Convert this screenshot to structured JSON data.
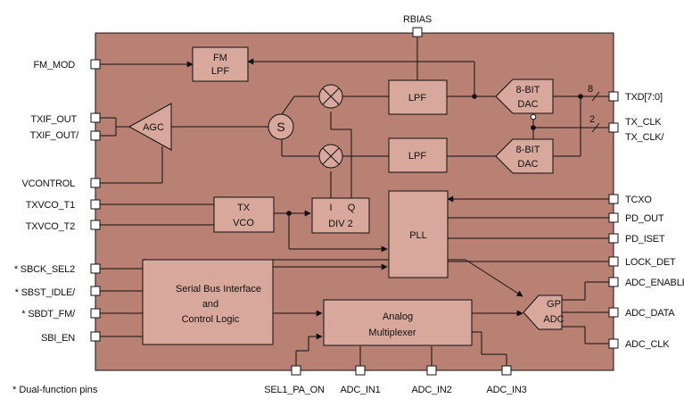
{
  "colors": {
    "chip_fill": "#b98074",
    "block_fill": "#d8a89c",
    "line": "#111111",
    "pin_fill": "#ffffff"
  },
  "pins": {
    "rbias": "RBIAS",
    "fm_mod": "FM_MOD",
    "txif_out": "TXIF_OUT",
    "txif_out_n": "TXIF_OUT/",
    "vcontrol": "VCONTROL",
    "txvco_t1": "TXVCO_T1",
    "txvco_t2": "TXVCO_T2",
    "sbck_sel2": "* SBCK_SEL2",
    "sbst_idle": "* SBST_IDLE/",
    "sbdt_fm": "* SBDT_FM/",
    "sbi_en": "SBI_EN",
    "txd": "TXD[7:0]",
    "tx_clk": "TX_CLK",
    "tx_clk_n": "TX_CLK/",
    "tcxo": "TCXO",
    "pd_out": "PD_OUT",
    "pd_iset": "PD_ISET",
    "lock_det": "LOCK_DET",
    "adc_enable": "ADC_ENABLE",
    "adc_data": "ADC_DATA",
    "adc_clk": "ADC_CLK",
    "sel1_pa_on": "SEL1_PA_ON",
    "adc_in1": "ADC_IN1",
    "adc_in2": "ADC_IN2",
    "adc_in3": "ADC_IN3"
  },
  "blocks": {
    "fm_lpf": [
      "FM",
      "LPF"
    ],
    "lpf": "LPF",
    "dac": [
      "8-BIT",
      "DAC"
    ],
    "agc": "AGC",
    "sum": "S",
    "tx_vco": [
      "TX",
      "VCO"
    ],
    "div_i": "I",
    "div_q": "Q",
    "div": "DIV 2",
    "pll": "PLL",
    "serial_bus": [
      "Serial Bus Interface",
      "and",
      "Control Logic"
    ],
    "analog_mux": [
      "Analog",
      "Multiplexer"
    ],
    "gp_adc": [
      "GP",
      "ADC"
    ]
  },
  "bus_widths": {
    "txd": "8",
    "tx_clk": "2"
  },
  "footnote": "* Dual-function pins"
}
